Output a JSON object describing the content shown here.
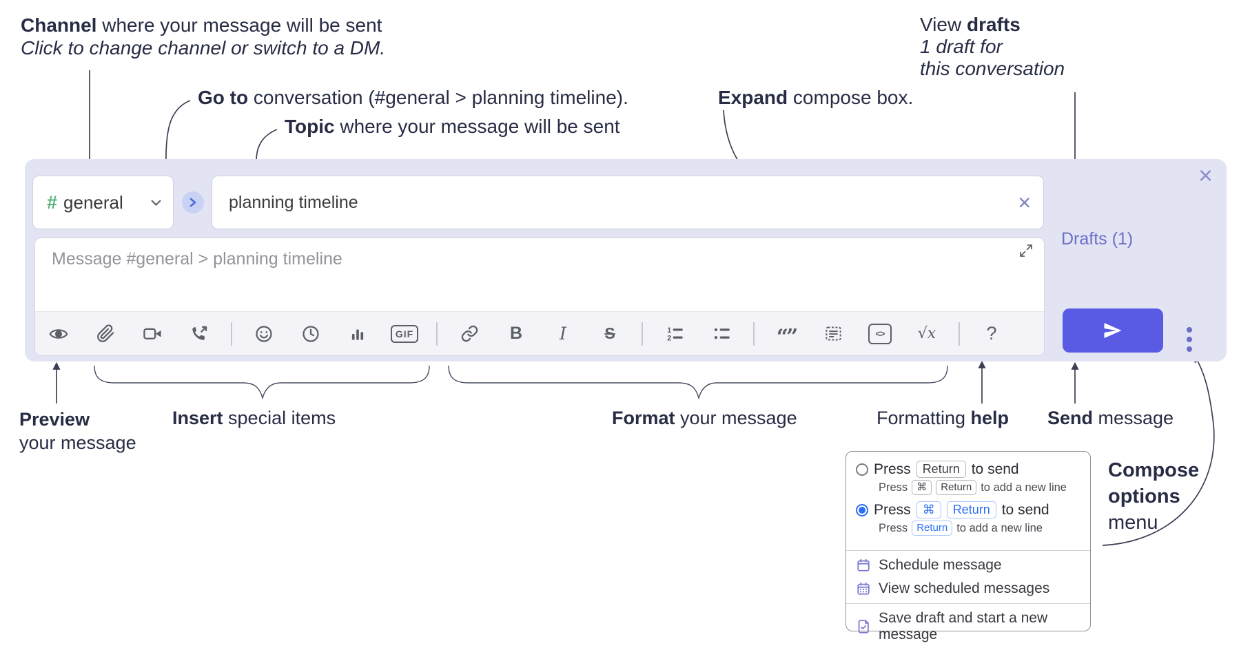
{
  "annotations": {
    "channel": {
      "bold": "Channel",
      "rest": " where your message will be sent",
      "line2": "Click to change channel or switch to a DM."
    },
    "goto": {
      "bold": "Go to",
      "rest": " conversation (#general > planning timeline)."
    },
    "topic": {
      "bold": "Topic",
      "rest": " where your message will be sent"
    },
    "expand": {
      "bold": "Expand",
      "rest": " compose box."
    },
    "drafts": {
      "prefix": "View ",
      "bold": "drafts",
      "line2": "1 draft for",
      "line3": "this conversation"
    },
    "preview": {
      "bold": "Preview",
      "line2": "your message"
    },
    "insert": {
      "bold": "Insert",
      "rest": " special items"
    },
    "format": {
      "bold": "Format",
      "rest": " your message"
    },
    "help": {
      "prefix": "Formatting ",
      "bold": "help"
    },
    "send": {
      "bold": "Send",
      "rest": " message"
    },
    "options": {
      "line1": "Compose",
      "line2": "options",
      "line3": "menu"
    }
  },
  "compose": {
    "channel_hash": "#",
    "channel_name": "general",
    "topic_value": "planning timeline",
    "topic_clear": "×",
    "close": "×",
    "placeholder": "Message #general > planning timeline",
    "drafts_link": "Drafts (1)",
    "glyphs": {
      "gif": "GIF",
      "bold": "B",
      "italic": "I",
      "strike": "S",
      "quote": "“”",
      "code": "<>",
      "math": "√x",
      "help": "?"
    }
  },
  "popup": {
    "option1": {
      "press": "Press",
      "key": "Return",
      "suffix": "to send",
      "sub_press": "Press",
      "sub_keys": [
        "⌘",
        "Return"
      ],
      "sub_suffix": "to add a new line"
    },
    "option2": {
      "press": "Press",
      "keys": [
        "⌘",
        "Return"
      ],
      "suffix": "to send",
      "sub_press": "Press",
      "sub_key": "Return",
      "sub_suffix": "to add a new line"
    },
    "items": [
      "Schedule message",
      "View scheduled messages",
      "Save draft and start a new message"
    ]
  },
  "colors": {
    "compose_bg": "#e2e4f3",
    "send_button": "#5a5be4",
    "drafts_link": "#6c6fc7",
    "hash_green": "#55b07e",
    "kbd_blue": "#2e6ef5",
    "menu_icon_purple": "#7b78d3",
    "annotation_text": "#272c44"
  }
}
